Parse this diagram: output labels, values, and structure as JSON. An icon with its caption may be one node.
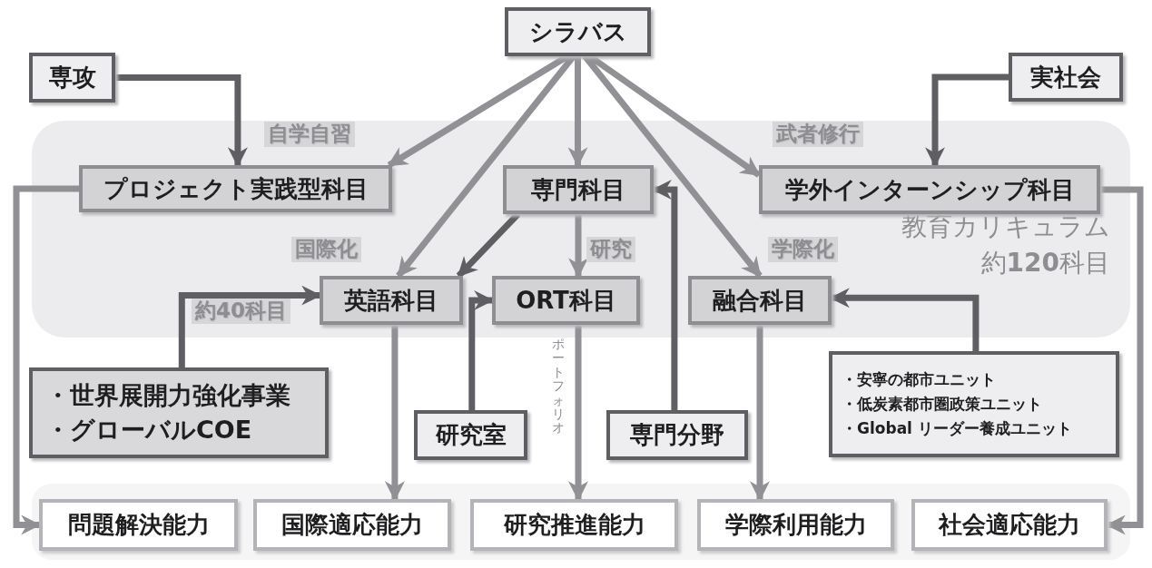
{
  "diagram": {
    "nodes": [
      {
        "text": [
          "教育カリキュラム",
          "約**120**科目"
        ]
      },
      {
        "text": [
          "シラバス"
        ]
      },
      {
        "text": [
          "専攻"
        ]
      },
      {
        "text": [
          "実社会"
        ]
      },
      {
        "text": [
          "プロジェクト実践型科目"
        ],
        "in": 0,
        "beside": [
          "自学自習"
        ]
      },
      {
        "text": [
          "専門科目"
        ],
        "in": 0
      },
      {
        "text": [
          "学外インターンシップ科目"
        ],
        "in": 0,
        "beside": [
          "武者修行"
        ]
      },
      {
        "text": [
          "英語科目"
        ],
        "in": 0,
        "beside": [
          "国際化",
          "約**40**科目"
        ]
      },
      {
        "text": [
          "**ORT**科目"
        ],
        "in": 0,
        "beside": [
          "研究"
        ]
      },
      {
        "text": [
          "融合科目"
        ],
        "in": 0,
        "beside": [
          "学際化"
        ]
      },
      {
        "text": [
          "・世界展開力強化事業",
          "・グローバル**COE**"
        ]
      },
      {
        "text": [
          "研究室"
        ]
      },
      {
        "text": [
          "専門分野"
        ]
      },
      {
        "text": [
          "・安寧の都市ユニット",
          "・低炭素都市圏政策ユニット",
          "・**Global** リーダー養成ユニット"
        ]
      },
      {
        "text": [],
        "shape": "box"
      },
      {
        "text": [
          "問題解決能力"
        ],
        "in": 14
      },
      {
        "text": [
          "国際適応能力"
        ],
        "in": 14
      },
      {
        "text": [
          "研究推進能力"
        ],
        "in": 14
      },
      {
        "text": [
          "学際利用能力"
        ],
        "in": 14
      },
      {
        "text": [
          "社会適応能力"
        ],
        "in": 14
      }
    ],
    "edges": [
      {
        "from": 1,
        "to": 4,
        "arrow": "to"
      },
      {
        "from": 1,
        "to": 5,
        "arrow": "to"
      },
      {
        "from": 1,
        "to": 6,
        "arrow": "to"
      },
      {
        "from": 1,
        "to": 7,
        "arrow": "to"
      },
      {
        "from": 1,
        "to": 9,
        "arrow": "to"
      },
      {
        "from": 2,
        "to": 4,
        "arrow": "to",
        "color": "#5f5f63"
      },
      {
        "from": 3,
        "to": 6,
        "arrow": "to",
        "color": "#5f5f63"
      },
      {
        "from": 5,
        "to": 7,
        "arrow": "to",
        "color": "#5f5f63"
      },
      {
        "from": 5,
        "to": 8,
        "arrow": "to"
      },
      {
        "from": 10,
        "to": 7,
        "arrow": "to",
        "color": "#5f5f63"
      },
      {
        "from": 11,
        "to": 8,
        "arrow": "to",
        "color": "#5f5f63"
      },
      {
        "from": 12,
        "to": 5,
        "arrow": "to",
        "color": "#5f5f63"
      },
      {
        "from": 13,
        "to": 9,
        "arrow": "to",
        "color": "#5f5f63"
      },
      {
        "from": 4,
        "to": 15,
        "arrow": "to"
      },
      {
        "from": 7,
        "to": 16,
        "arrow": "to"
      },
      {
        "from": 8,
        "to": 17,
        "arrow": "to",
        "label": "ポートフォリオ"
      },
      {
        "from": 9,
        "to": 18,
        "arrow": "to"
      },
      {
        "from": 6,
        "to": 19,
        "arrow": "to"
      }
    ]
  }
}
